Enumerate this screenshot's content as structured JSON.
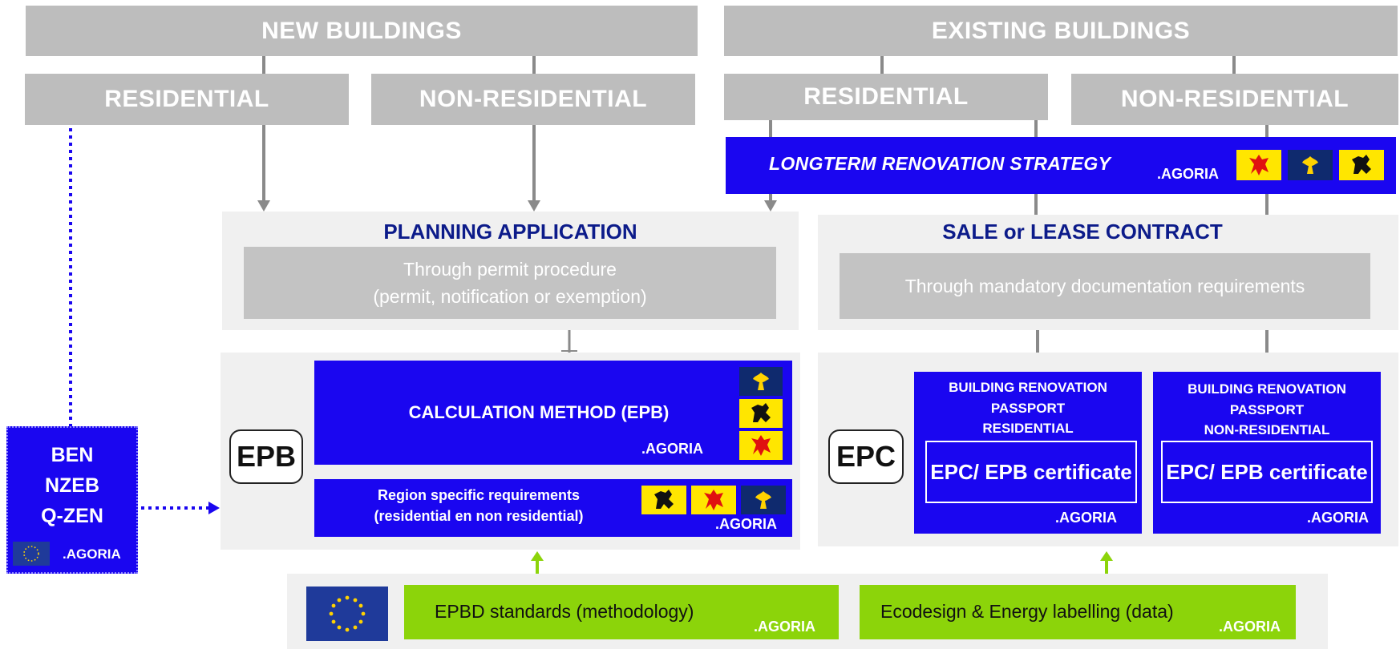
{
  "headers": {
    "new_buildings": "NEW BUILDINGS",
    "existing_buildings": "EXISTING BUILDINGS",
    "new_residential": "RESIDENTIAL",
    "new_non_residential": "NON-RESIDENTIAL",
    "existing_residential": "RESIDENTIAL",
    "existing_non_residential": "NON-RESIDENTIAL"
  },
  "renovation": {
    "title": "LONGTERM RENOVATION STRATEGY",
    "agoria": ".AGORIA"
  },
  "planning": {
    "title": "PLANNING APPLICATION",
    "line1": "Through permit procedure",
    "line2": "(permit, notification or exemption)"
  },
  "sale": {
    "title": "SALE or LEASE CONTRACT",
    "text": "Through mandatory documentation requirements"
  },
  "epb": {
    "badge": "EPB",
    "calc_title": "CALCULATION METHOD (EPB)",
    "calc_agoria": ".AGORIA",
    "region_line1": "Region specific requirements",
    "region_line2": "(residential en non residential)",
    "region_agoria": ".AGORIA"
  },
  "epc": {
    "badge": "EPC",
    "res_line1": "BUILDING RENOVATION",
    "res_line2": "PASSPORT",
    "res_line3": "RESIDENTIAL",
    "res_cert": "EPC/ EPB certificate",
    "res_agoria": ".AGORIA",
    "nonres_line1": "BUILDING RENOVATION",
    "nonres_line2": "PASSPORT",
    "nonres_line3": "NON-RESIDENTIAL",
    "nonres_cert": "EPC/ EPB certificate",
    "nonres_agoria": ".AGORIA"
  },
  "ben": {
    "line1": "BEN",
    "line2": "NZEB",
    "line3": "Q-ZEN",
    "agoria": ".AGORIA"
  },
  "bottom": {
    "epbd": "EPBD standards (methodology)",
    "epbd_agoria": ".AGORIA",
    "ecodesign": "Ecodesign & Energy labelling (data)",
    "ecodesign_agoria": ".AGORIA"
  },
  "colors": {
    "blue": "#1a06f0",
    "grey": "#bdbdbd",
    "green": "#8cd40a",
    "navy": "#0c1b8a",
    "eu_blue": "#1f3a9a"
  },
  "icons": {
    "wallonia": "red-rooster-flag-icon",
    "brussels": "iris-flag-icon",
    "flanders": "black-lion-flag-icon",
    "eu": "eu-flag-icon"
  }
}
